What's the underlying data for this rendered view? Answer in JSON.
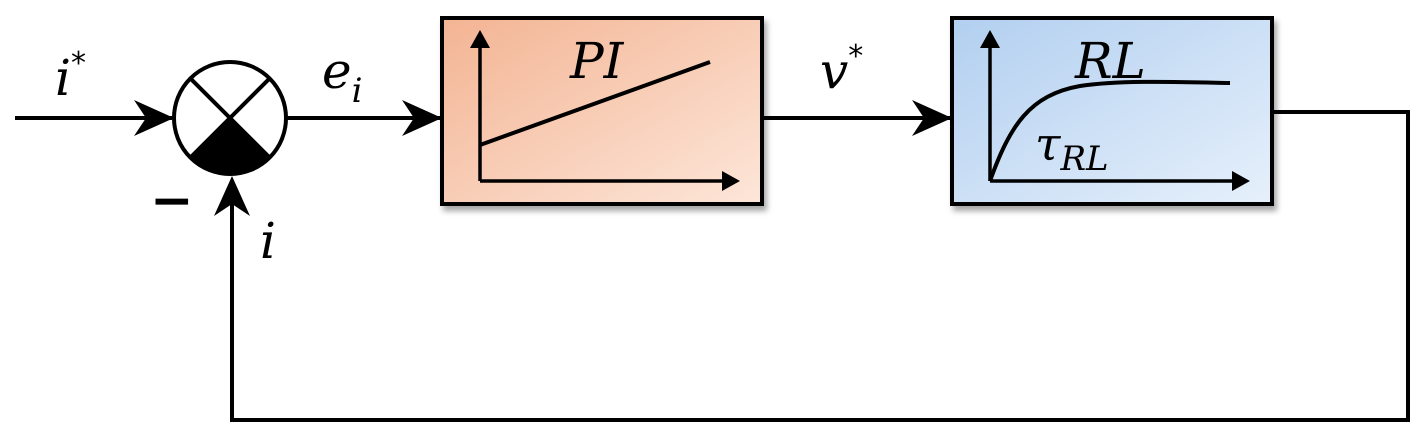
{
  "labels": {
    "input": "i",
    "input_sup": "*",
    "error": "e",
    "error_sub": "i",
    "voltage": "v",
    "voltage_sup": "*",
    "feedback": "i",
    "minus_sign": "−"
  },
  "blocks": {
    "pi": {
      "title": "PI",
      "fill": "#f7c9ad"
    },
    "rl": {
      "title": "RL",
      "fill": "#c9def5",
      "tau": "τ",
      "tau_sub": "RL"
    }
  },
  "colors": {
    "line": "#000000",
    "summing_fill": "#ffffff",
    "summing_lower": "#000000",
    "pi_fill": "#f7c9ad",
    "rl_fill": "#c9def5"
  }
}
